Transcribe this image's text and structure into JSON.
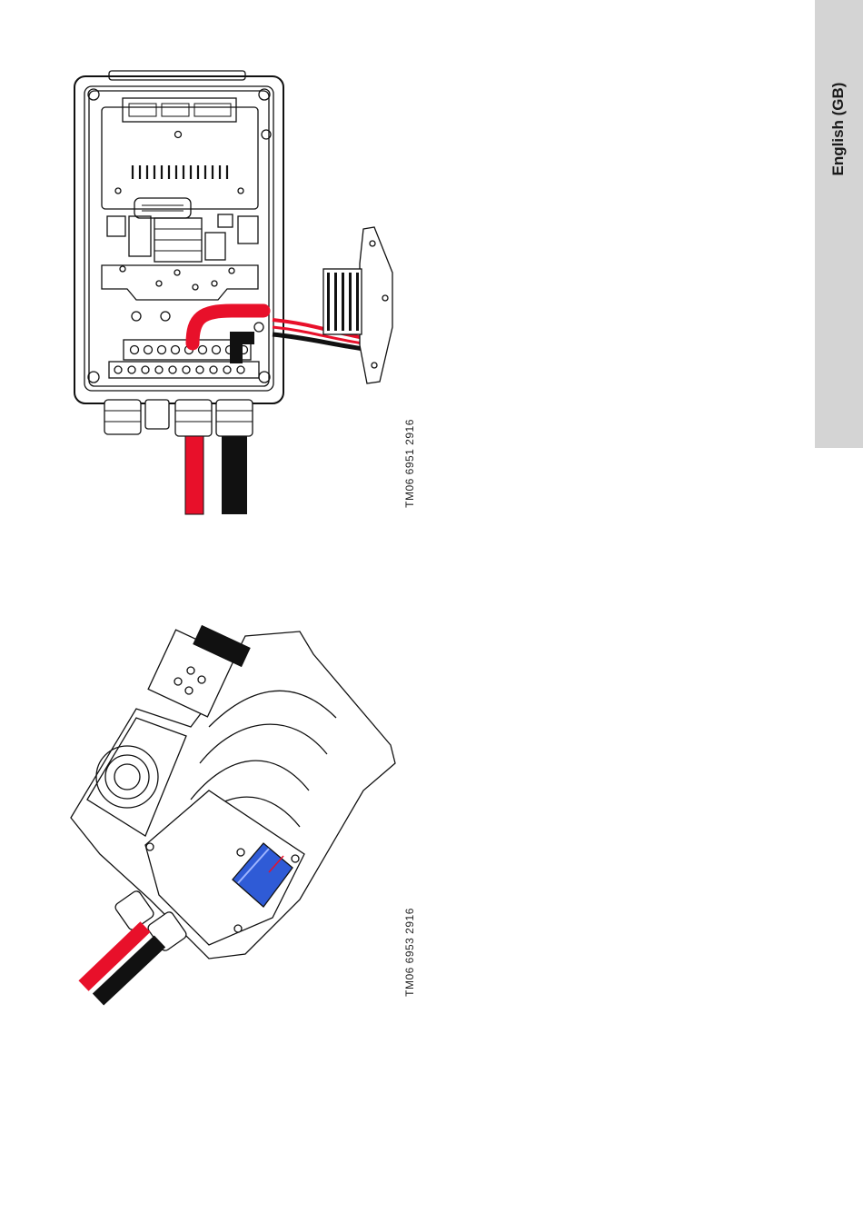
{
  "side_tab": {
    "language": "English (GB)"
  },
  "figures": [
    {
      "code": "TM06 6951 2916"
    },
    {
      "code": "TM06 6953 2916"
    }
  ],
  "colors": {
    "cable_red": "#e8102a",
    "cable_black": "#111111",
    "module_blue": "#2f5bd6",
    "tab_grey": "#d4d4d4"
  }
}
